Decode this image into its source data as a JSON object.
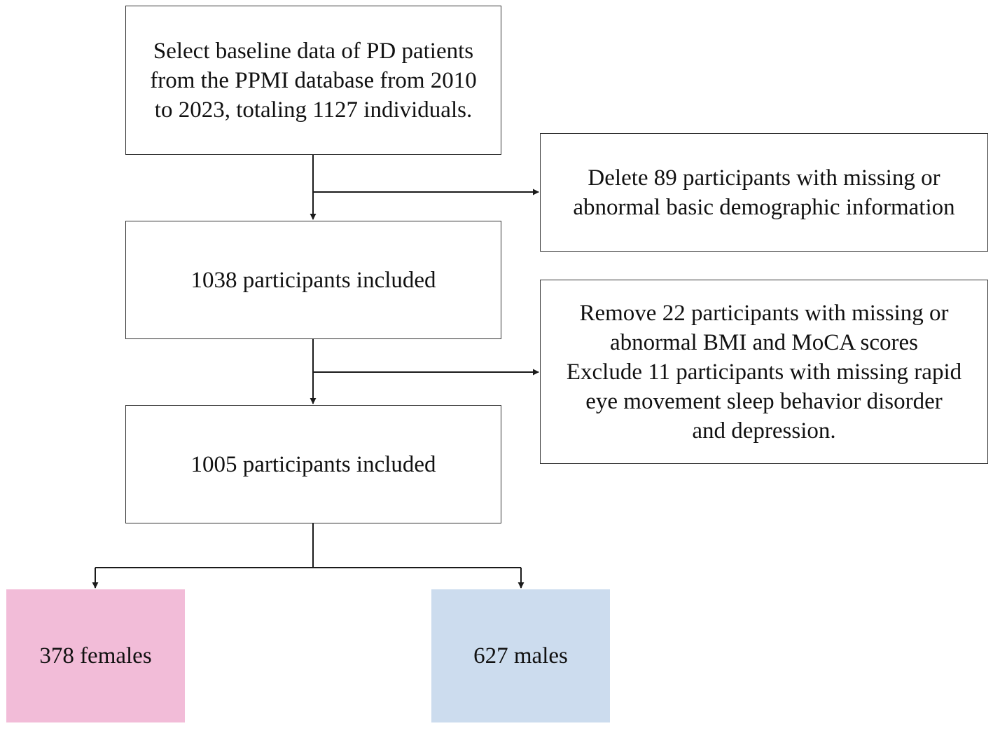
{
  "boxes": {
    "start": {
      "lines": [
        "Select baseline data of PD patients",
        "from the PPMI database from 2010",
        "to 2023, totaling 1127 individuals."
      ]
    },
    "exclusion_1": {
      "lines": [
        "Delete 89 participants with missing or",
        "abnormal basic demographic information"
      ]
    },
    "included_1": {
      "lines": [
        "1038 participants included"
      ]
    },
    "exclusion_2": {
      "lines": [
        "Remove 22 participants with missing or",
        "abnormal BMI and MoCA scores",
        "Exclude 11 participants with missing rapid",
        "eye movement sleep behavior disorder",
        "and depression."
      ]
    },
    "included_2": {
      "lines": [
        "1005 participants included"
      ]
    },
    "females": {
      "lines": [
        "378 females"
      ],
      "fill": "#f2bcd8"
    },
    "males": {
      "lines": [
        "627 males"
      ],
      "fill": "#ccdcee"
    }
  },
  "colors": {
    "line": "#1a1a1a",
    "border": "#333333",
    "text": "#111111"
  }
}
